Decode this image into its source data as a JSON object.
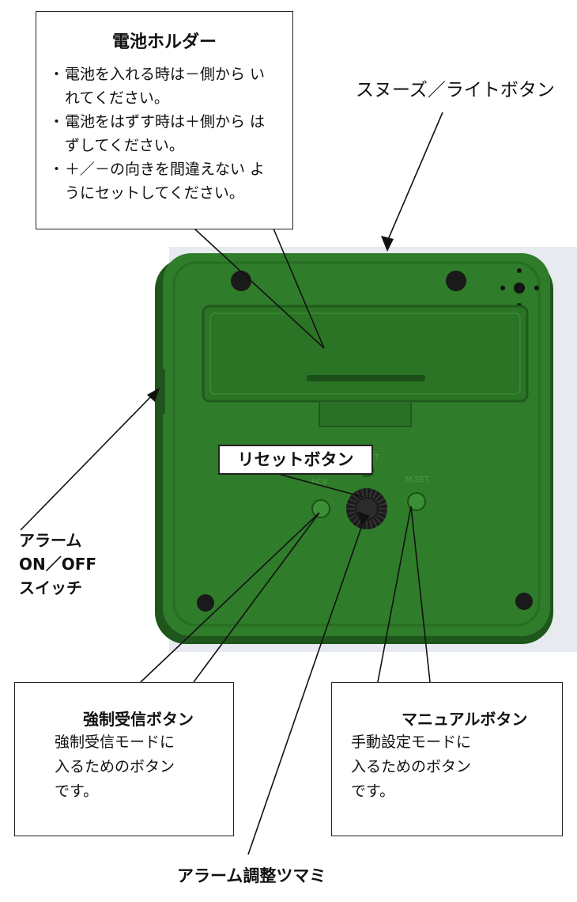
{
  "battery_holder": {
    "title": "電池ホルダー",
    "notes": [
      "電池を入れる時は－側から いれてください。",
      "電池をはずす時は＋側から はずしてください。",
      "＋／－の向きを間違えない ようにセットしてください。"
    ]
  },
  "snooze_light": {
    "label": "スヌーズ／ライトボタン"
  },
  "alarm_switch": {
    "line1": "アラーム",
    "line2": "ON／OFF",
    "line3": "スイッチ"
  },
  "reset_button": {
    "label": "リセットボタン"
  },
  "force_receive": {
    "title": "強制受信ボタン",
    "line1": "強制受信モードに",
    "line2": "入るためのボタン",
    "line3": "です。"
  },
  "manual_button": {
    "title": "マニュアルボタン",
    "line1": "手動設定モードに",
    "line2": "入るためのボタン",
    "line3": "です。"
  },
  "alarm_knob": {
    "label": "アラーム調整ツマミ"
  },
  "device_markings": {
    "reset": "RESET",
    "receive": "RCV",
    "manual": "M.SET"
  },
  "colors": {
    "case_green": "#2f7d2a",
    "case_dark": "#245f20",
    "photo_bg": "#e9ecef"
  }
}
